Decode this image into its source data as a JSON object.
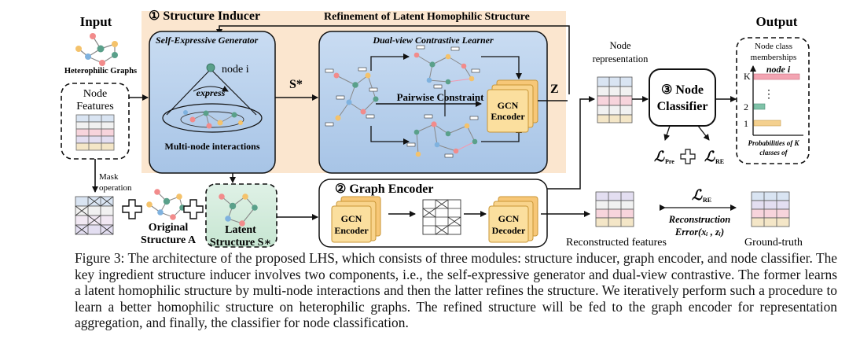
{
  "input": {
    "title": "Input",
    "graph_label": "Heterophilic Graphs",
    "features_line1": "Node",
    "features_line2": "Features",
    "mask_line1": "Mask",
    "mask_line2": "operation",
    "original_line1": "Original",
    "original_line2": "Structure A",
    "latent_line1": "Latent",
    "latent_line2": "Structure S∗"
  },
  "inducer": {
    "title": "① Structure Inducer",
    "refinement": "Refinement of Latent Homophilic Structure",
    "generator": "Self-Expressive Generator",
    "node_i": "node i",
    "express": "express",
    "multi": "Multi-node interactions",
    "s_star": "S*",
    "learner": "Dual-view Contrastive Learner",
    "pairwise": "Pairwise Constraint",
    "gcn1": "GCN",
    "enc1": "Encoder",
    "z": "Z"
  },
  "encoder": {
    "title": "② Graph Encoder",
    "gcn_a": "GCN",
    "enc_a": "Encoder",
    "gcn_b": "GCN",
    "dec_b": "Decoder",
    "reconstructed": "Reconstructed features"
  },
  "classifier": {
    "node_rep1": "Node",
    "node_rep2": "representation",
    "title1": "③ Node",
    "title2": "Classifier",
    "loss_pre": "ℒ",
    "loss_pre_sub": "Pre",
    "plus": "+",
    "loss_re": "ℒ",
    "loss_re_sub": "RE"
  },
  "output": {
    "title": "Output",
    "memb1": "Node class",
    "memb2": "memberships",
    "node_i": "node i",
    "k": "K",
    "dots": "⋮",
    "two": "2",
    "one": "1",
    "prob1": "Probabilities of K",
    "prob2": "classes of"
  },
  "recon": {
    "loss": "ℒ",
    "loss_sub": "RE",
    "label1": "Reconstruction",
    "label2": "Error(xᵢ , zᵢ)",
    "ground_truth": "Ground-truth"
  },
  "caption": "Figure 3: The architecture of the proposed LHS, which consists of three modules: structure inducer, graph encoder, and node classifier. The key ingredient structure inducer involves two components, i.e., the self-expressive generator and dual-view contrastive. The former learns a latent homophilic structure by multi-node interactions and then the latter refines the structure. We iteratively perform such a procedure to learn a better homophilic structure on heterophilic graphs. The refined structure will be fed to the graph encoder for representation aggregation, and finally, the classifier for node classification."
}
